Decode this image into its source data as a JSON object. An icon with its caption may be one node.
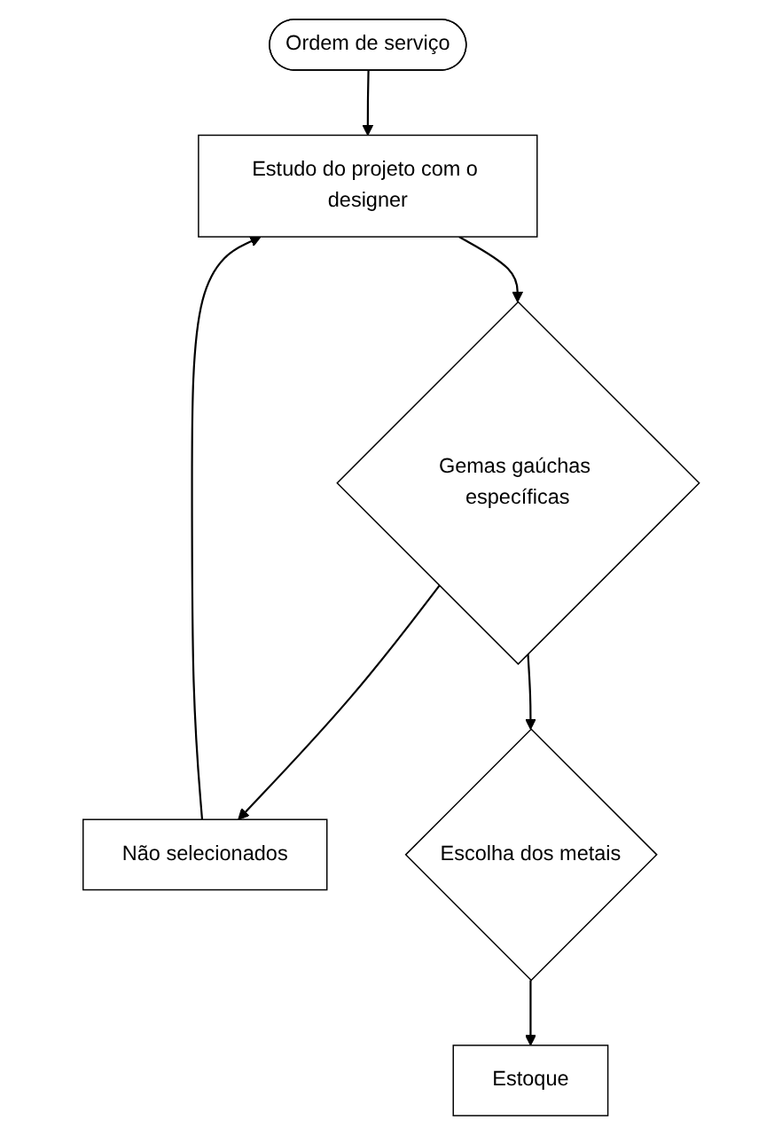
{
  "diagram": {
    "nodes": [
      {
        "text": [
          "Ordem de serviço"
        ]
      },
      {
        "text": [
          "Estudo do projeto com o designer"
        ]
      },
      {
        "text": [
          "Gemas gaúchas específicas"
        ]
      },
      {
        "text": [
          "Não selecionados"
        ]
      },
      {
        "text": [
          "Escolha dos metais"
        ]
      },
      {
        "text": [
          "Estoque"
        ]
      }
    ],
    "edges": [
      {
        "from": 0,
        "to": 1,
        "arrow": "to"
      },
      {
        "from": 1,
        "to": 2,
        "arrow": "to"
      },
      {
        "from": 2,
        "to": 3,
        "arrow": "to"
      },
      {
        "from": 3,
        "to": 1,
        "arrow": "to"
      },
      {
        "from": 2,
        "to": 4,
        "arrow": "to"
      },
      {
        "from": 4,
        "to": 5,
        "arrow": "to"
      }
    ]
  }
}
